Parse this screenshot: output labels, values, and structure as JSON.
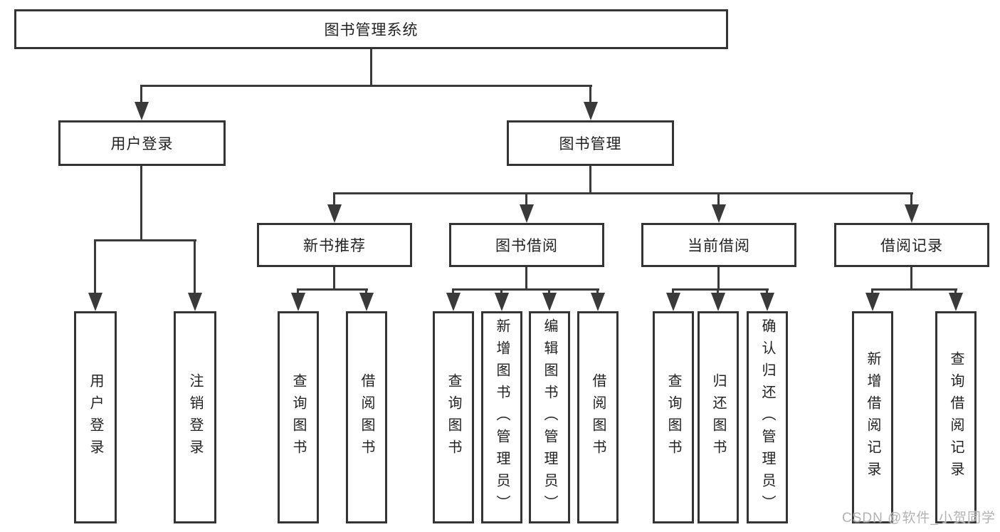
{
  "diagram": {
    "title": "图书管理系统",
    "root": {
      "label": "图书管理系统"
    },
    "level2": [
      {
        "label": "用户登录"
      },
      {
        "label": "图书管理"
      }
    ],
    "level3": [
      {
        "label": "新书推荐"
      },
      {
        "label": "图书借阅"
      },
      {
        "label": "当前借阅"
      },
      {
        "label": "借阅记录"
      }
    ],
    "leaves": {
      "user": [
        "用户登录",
        "注销登录"
      ],
      "recommend": [
        "查询图书",
        "借阅图书"
      ],
      "borrow": [
        "查询图书",
        "新增图书（管理员）",
        "编辑图书（管理员）",
        "借阅图书"
      ],
      "current": [
        "查询图书",
        "归还图书",
        "确认归还（管理员）"
      ],
      "records": [
        "新增借阅记录",
        "查询借阅记录"
      ]
    }
  },
  "watermark": "CSDN @软件_小贺同学",
  "colors": {
    "background": "#ffffff",
    "box_border": "#343434",
    "line": "#3a3a3a",
    "text": "#222222",
    "watermark": "#b2b2b2"
  }
}
